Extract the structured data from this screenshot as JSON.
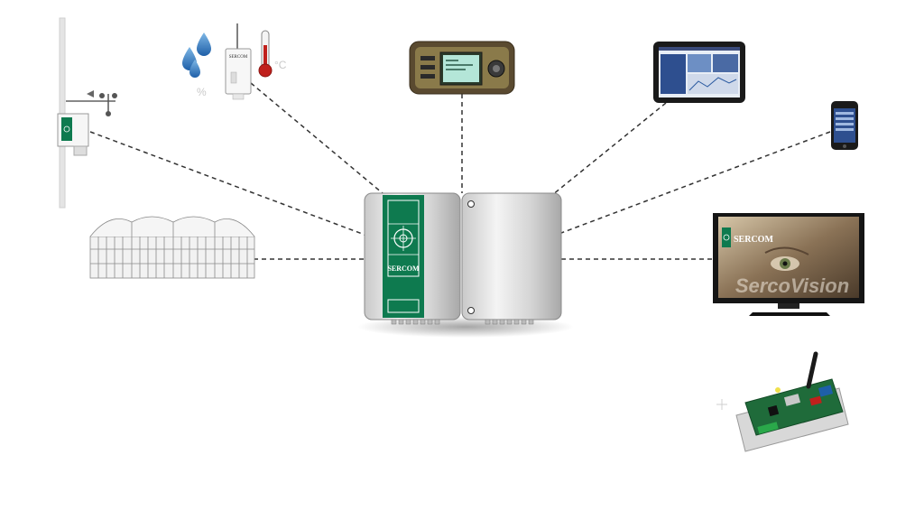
{
  "brand": {
    "name": "SERCOM",
    "accent_color": "#0e7a4f",
    "monitor_title": "SercoVision"
  },
  "sensor_box": {
    "units": {
      "humidity": "%",
      "temperature": "°C"
    }
  },
  "devices": [
    {
      "id": "weather-station",
      "icon": "weather-mast-icon"
    },
    {
      "id": "greenhouse",
      "icon": "greenhouse-icon"
    },
    {
      "id": "climate-sensor",
      "icon": "sensor-box-icon"
    },
    {
      "id": "control-panel",
      "icon": "control-panel-icon"
    },
    {
      "id": "tablet",
      "icon": "tablet-icon"
    },
    {
      "id": "smartphone",
      "icon": "smartphone-icon"
    },
    {
      "id": "monitor",
      "icon": "monitor-icon"
    },
    {
      "id": "io-module",
      "icon": "circuit-board-icon"
    },
    {
      "id": "central-controller",
      "icon": "controller-cabinet-icon"
    }
  ]
}
